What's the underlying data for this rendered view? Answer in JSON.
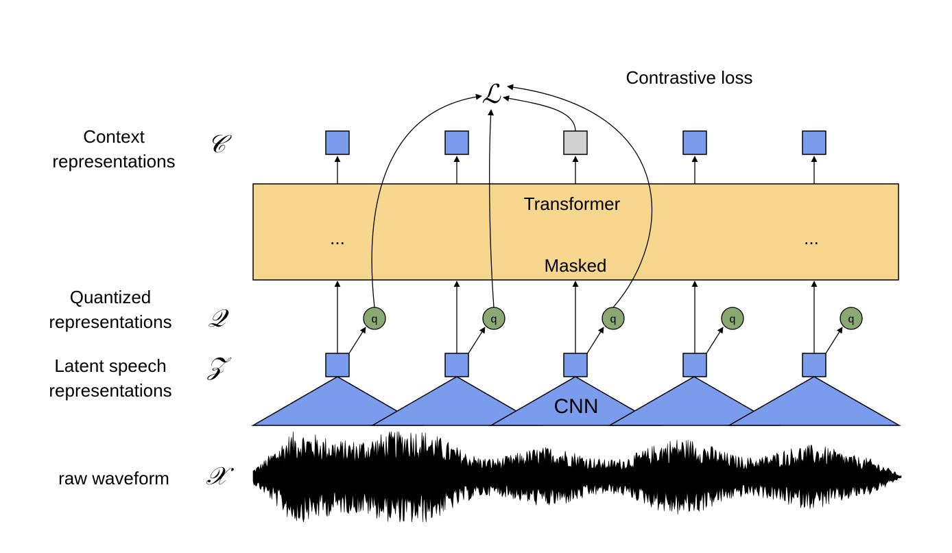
{
  "labels": {
    "context": [
      "Context",
      "representations"
    ],
    "quantized": [
      "Quantized",
      "representations"
    ],
    "latent": [
      "Latent speech",
      "representations"
    ],
    "raw": "raw waveform"
  },
  "symbols": {
    "loss": "ℒ",
    "context": "𝒞",
    "quantized": "𝒬",
    "latent": "𝒵",
    "raw": "𝒳"
  },
  "loss_title": "Contrastive loss",
  "transformer": {
    "title": "Transformer",
    "masked_label": "Masked",
    "ellipsis_left": "...",
    "ellipsis_right": "..."
  },
  "cnn_label": "CNN",
  "quantizer_label": "q",
  "colors": {
    "block_blue": "#7b9cec",
    "masked_gray": "#d0d0d0",
    "transformer_fill": "#f7d68e",
    "quantizer_green": "#8aa872",
    "stroke": "#000000"
  }
}
